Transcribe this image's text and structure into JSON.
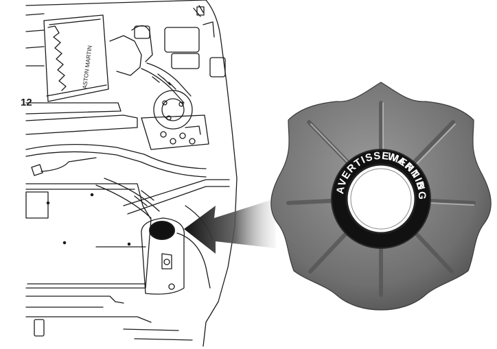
{
  "figure": {
    "figure_number": "12",
    "engine_cover_brand": "ASTON MARTIN",
    "cap_text_top": "WARNING",
    "cap_text_bottom": "AVERTISSEMENT B"
  },
  "colors": {
    "line": "#1a1a1a",
    "cap_body": "#7b7b7b",
    "cap_body_light": "#a7a7a7",
    "cap_ring": "#111111",
    "arrow": "#111111"
  }
}
